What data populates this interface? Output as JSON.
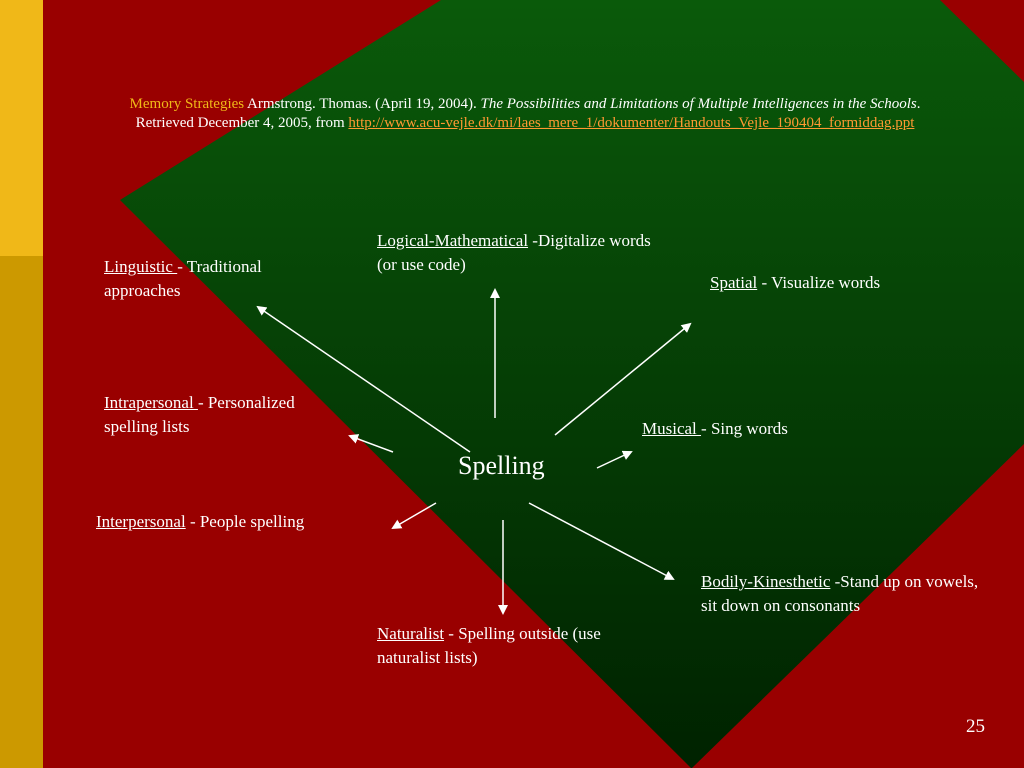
{
  "citation": {
    "label": "Memory Strategies",
    "text_a": " Armstrong. Thomas. (April 19, 2004). ",
    "title": "The Possibilities and Limitations of Multiple Intelligences in the Schools",
    "text_b": ". Retrieved December 4, 2005, from ",
    "link": "http://www.acu-vejle.dk/mi/laes_mere_1/dokumenter/Handouts_Vejle_190404_formiddag.ppt"
  },
  "center": "Spelling",
  "items": {
    "logical": {
      "name": "Logical-Mathematical",
      "desc": " -Digitalize words (or use code)"
    },
    "linguistic": {
      "name": "Linguistic ",
      "desc": "- Traditional approaches"
    },
    "spatial": {
      "name": "Spatial",
      "desc": " - Visualize words"
    },
    "intrapersonal": {
      "name": "Intrapersonal ",
      "desc": "- Personalized spelling lists"
    },
    "musical": {
      "name": "Musical ",
      "desc": "- Sing words"
    },
    "interpersonal": {
      "name": "Interpersonal",
      "desc": " - People spelling"
    },
    "bodily": {
      "name": "Bodily-Kinesthetic",
      "desc": " -Stand up on vowels, sit down on consonants"
    },
    "naturalist": {
      "name": "Naturalist",
      "desc": " - Spelling outside (use naturalist lists)"
    }
  },
  "page_number": "25",
  "colors": {
    "background_red": "#990000",
    "diamond_green_top": "#0a5a0a",
    "diamond_green_bottom": "#002200",
    "sidebar_top": "#f0b818",
    "sidebar_bottom": "#cc9900",
    "label_gold": "#f0b818",
    "link_orange": "#ff9933"
  }
}
